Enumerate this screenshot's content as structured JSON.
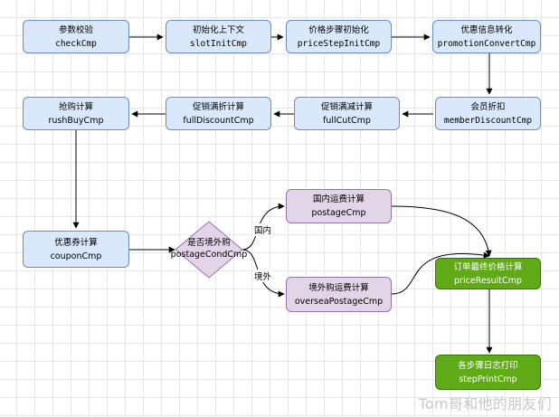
{
  "nodes": {
    "check": {
      "title": "参数校验",
      "code": "checkCmp"
    },
    "slot_init": {
      "title": "初始化上下文",
      "code": "slotInitCmp"
    },
    "price_step_init": {
      "title": "价格步骤初始化",
      "code": "priceStepInitCmp"
    },
    "promotion_convert": {
      "title": "优惠信息转化",
      "code": "promotionConvertCmp"
    },
    "member_discount": {
      "title": "会员折扣",
      "code": "memberDiscountCmp"
    },
    "full_cut": {
      "title": "促销满减计算",
      "code": "fullCutCmp"
    },
    "full_discount": {
      "title": "促销满折计算",
      "code": "fullDiscountCmp"
    },
    "rush_buy": {
      "title": "抢购计算",
      "code": "rushBuyCmp"
    },
    "coupon": {
      "title": "优惠券计算",
      "code": "couponCmp"
    },
    "postage_cond": {
      "title": "是否境外购",
      "code": "postageCondCmp"
    },
    "postage": {
      "title": "国内运费计算",
      "code": "postageCmp"
    },
    "oversea_postage": {
      "title": "境外购运费计算",
      "code": "overseaPostageCmp"
    },
    "price_result": {
      "title": "订单最终价格计算",
      "code": "priceResultCmp"
    },
    "step_print": {
      "title": "各步骤日志打印",
      "code": "stepPrintCmp"
    }
  },
  "edge_labels": {
    "domestic": "国内",
    "overseas": "境外"
  },
  "colors": {
    "process_fill": "#dae8fc",
    "process_stroke": "#6c8ebf",
    "branch_fill": "#e1d5e7",
    "branch_stroke": "#9673a6",
    "final_fill": "#60a917",
    "final_stroke": "#2d7600",
    "edge": "#000000"
  },
  "watermark": "Tom哥和他的朋友们"
}
